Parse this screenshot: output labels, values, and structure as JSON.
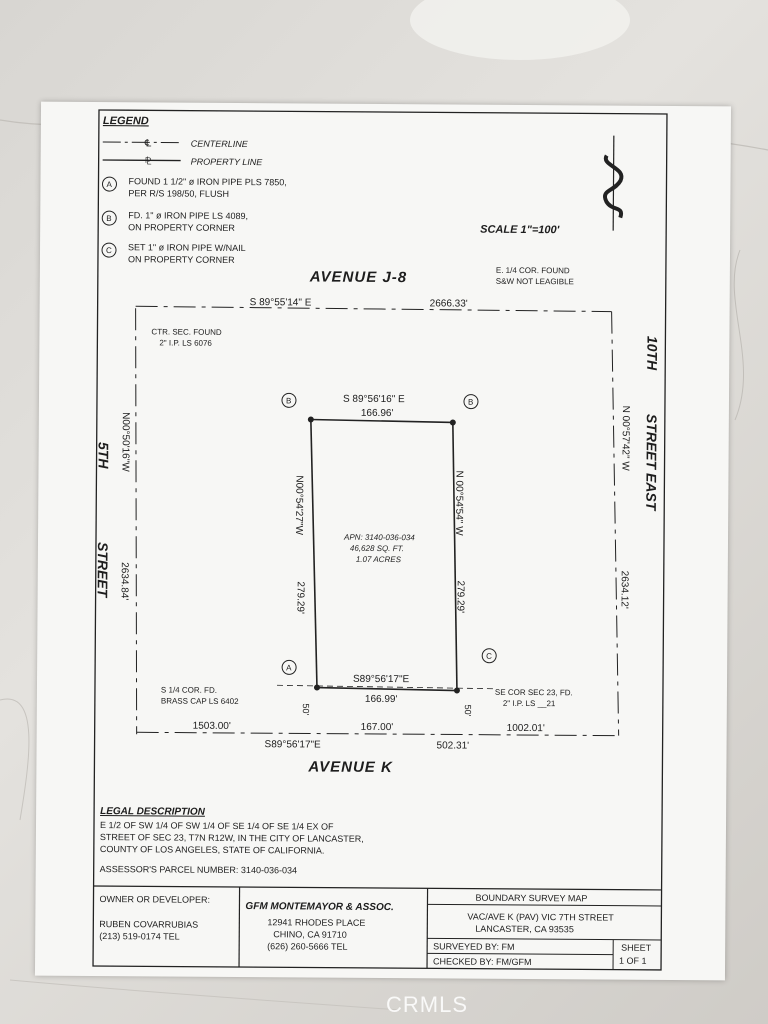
{
  "legend": {
    "title": "LEGEND",
    "centerline": "CENTERLINE",
    "property_line": "PROPERTY LINE",
    "items": [
      {
        "key": "A",
        "lines": [
          "FOUND 1 1/2\" ø IRON PIPE PLS 7850,",
          "PER R/S 198/50, FLUSH"
        ]
      },
      {
        "key": "B",
        "lines": [
          "FD. 1\" ø IRON PIPE LS 4089,",
          "ON PROPERTY CORNER"
        ]
      },
      {
        "key": "C",
        "lines": [
          "SET 1\" ø IRON PIPE W/NAIL",
          "ON PROPERTY CORNER"
        ]
      }
    ]
  },
  "scale": "SCALE 1\"=100'",
  "streets": {
    "north": "AVENUE J-8",
    "south": "AVENUE K",
    "west_1": "5TH",
    "west_2": "STREET",
    "east_1": "10TH",
    "east_2": "STREET EAST"
  },
  "notes": {
    "ne_1": "E. 1/4 COR. FOUND",
    "ne_2": "S&W NOT LEAGIBLE",
    "nw_1": "CTR. SEC. FOUND",
    "nw_2": "2\" I.P. LS 6076",
    "sw_1": "S 1/4 COR. FD.",
    "sw_2": "BRASS CAP LS 6402",
    "se_1": "SE COR SEC 23, FD.",
    "se_2": "2\" I.P. LS __21"
  },
  "bearings": {
    "north_centerline": "S 89°55'14\" E",
    "north_centerline_dist": "2666.33'",
    "parcel_north": "S 89°56'16\" E",
    "parcel_north_dist": "166.96'",
    "parcel_west": "N00°54'27\"W",
    "parcel_west_dist": "279.29'",
    "parcel_east": "N 00°54'54\" W",
    "parcel_east_dist": "279.29'",
    "parcel_south": "S89°56'17\"E",
    "parcel_south_dist": "166.99'",
    "west_centerline": "N00°50'16\"W",
    "west_centerline_dist": "2634.84'",
    "east_centerline": "N 00°57'42\" W",
    "east_centerline_dist": "2634.12'",
    "south_1": "1503.00'",
    "south_2": "167.00'",
    "south_3": "502.31'",
    "south_4": "1002.01'",
    "south_bearing": "S89°56'17\"E",
    "offset_1": "50'",
    "offset_2": "50'"
  },
  "parcel": {
    "apn": "APN: 3140-036-034",
    "sqft": "46,628 SQ. FT.",
    "acres": "1.07 ACRES"
  },
  "legal": {
    "title": "LEGAL DESCRIPTION",
    "lines": [
      "E 1/2 OF SW 1/4 OF SW 1/4 OF SE 1/4 OF SE 1/4 EX OF",
      "STREET OF SEC 23, T7N R12W, IN THE CITY OF LANCASTER,",
      "COUNTY OF LOS ANGELES, STATE OF CALIFORNIA."
    ],
    "apn": "ASSESSOR'S PARCEL NUMBER: 3140-036-034"
  },
  "title_block": {
    "owner_label": "OWNER OR DEVELOPER:",
    "owner_name": "RUBEN COVARRUBIAS",
    "owner_tel": "(213) 519-0174 TEL",
    "firm": "GFM MONTEMAYOR & ASSOC.",
    "firm_addr1": "12941 RHODES PLACE",
    "firm_addr2": "CHINO, CA 91710",
    "firm_tel": "(626) 260-5666 TEL",
    "map_title": "BOUNDARY SURVEY MAP",
    "map_loc1": "VAC/AVE K (PAV) VIC 7TH STREET",
    "map_loc2": "LANCASTER, CA 93535",
    "surveyed": "SURVEYED BY: FM",
    "checked": "CHECKED BY: FM/GFM",
    "sheet_label": "SHEET",
    "sheet_num": "1 OF 1"
  },
  "watermark": "CRMLS"
}
